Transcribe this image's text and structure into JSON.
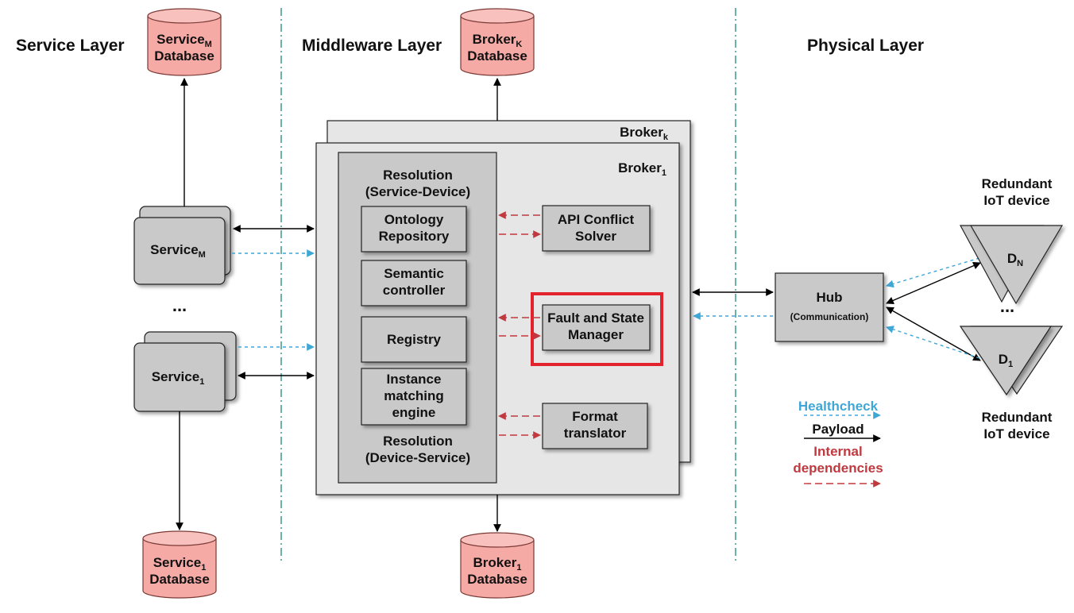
{
  "layers": {
    "service": "Service Layer",
    "middleware": "Middleware Layer",
    "physical": "Physical Layer"
  },
  "databases": {
    "service_m": {
      "line1": "Service",
      "line1_sub": "M",
      "line2": "Database"
    },
    "service_1": {
      "line1": "Service",
      "line1_sub": "1",
      "line2": "Database"
    },
    "broker_k": {
      "line1": "Broker",
      "line1_sub": "K",
      "line2": "Database"
    },
    "broker_1": {
      "line1": "Broker",
      "line1_sub": "1",
      "line2": "Database"
    }
  },
  "services": {
    "service_m": {
      "name": "Service",
      "sub": "M"
    },
    "service_1": {
      "name": "Service",
      "sub": "1"
    },
    "ellipsis": "..."
  },
  "brokers": {
    "broker_k": {
      "name": "Broker",
      "sub": "k"
    },
    "broker_1": {
      "name": "Broker",
      "sub": "1"
    }
  },
  "resolution": {
    "top_line1": "Resolution",
    "top_line2": "(Service-Device)",
    "bottom_line1": "Resolution",
    "bottom_line2": "(Device-Service)",
    "modules": {
      "ontology": [
        "Ontology",
        "Repository"
      ],
      "semantic": [
        "Semantic",
        "controller"
      ],
      "registry": [
        "Registry"
      ],
      "instance": [
        "Instance",
        "matching",
        "engine"
      ]
    }
  },
  "components": {
    "api": [
      "API Conflict",
      "Solver"
    ],
    "fault": [
      "Fault and State",
      "Manager"
    ],
    "format": [
      "Format",
      "translator"
    ]
  },
  "hub": {
    "name": "Hub",
    "desc": "(Communication)"
  },
  "devices": {
    "top_label": [
      "Redundant",
      "IoT device"
    ],
    "bottom_label": [
      "Redundant",
      "IoT device"
    ],
    "d_n": {
      "name": "D",
      "sub": "N"
    },
    "d_1": {
      "name": "D",
      "sub": "1"
    },
    "ellipsis": "..."
  },
  "legend": {
    "healthcheck": "Healthcheck",
    "payload": "Payload",
    "internal": [
      "Internal",
      "dependencies"
    ]
  },
  "colors": {
    "healthcheck": "#3fa7d6",
    "payload": "#000000",
    "internal": "#c0393f",
    "database_fill": "#f6aaa5",
    "highlight": "#e3232c",
    "box_fill": "#c9c9c9",
    "broker_fill": "#e6e6e6",
    "layer_divider": "#3a9a8a"
  }
}
